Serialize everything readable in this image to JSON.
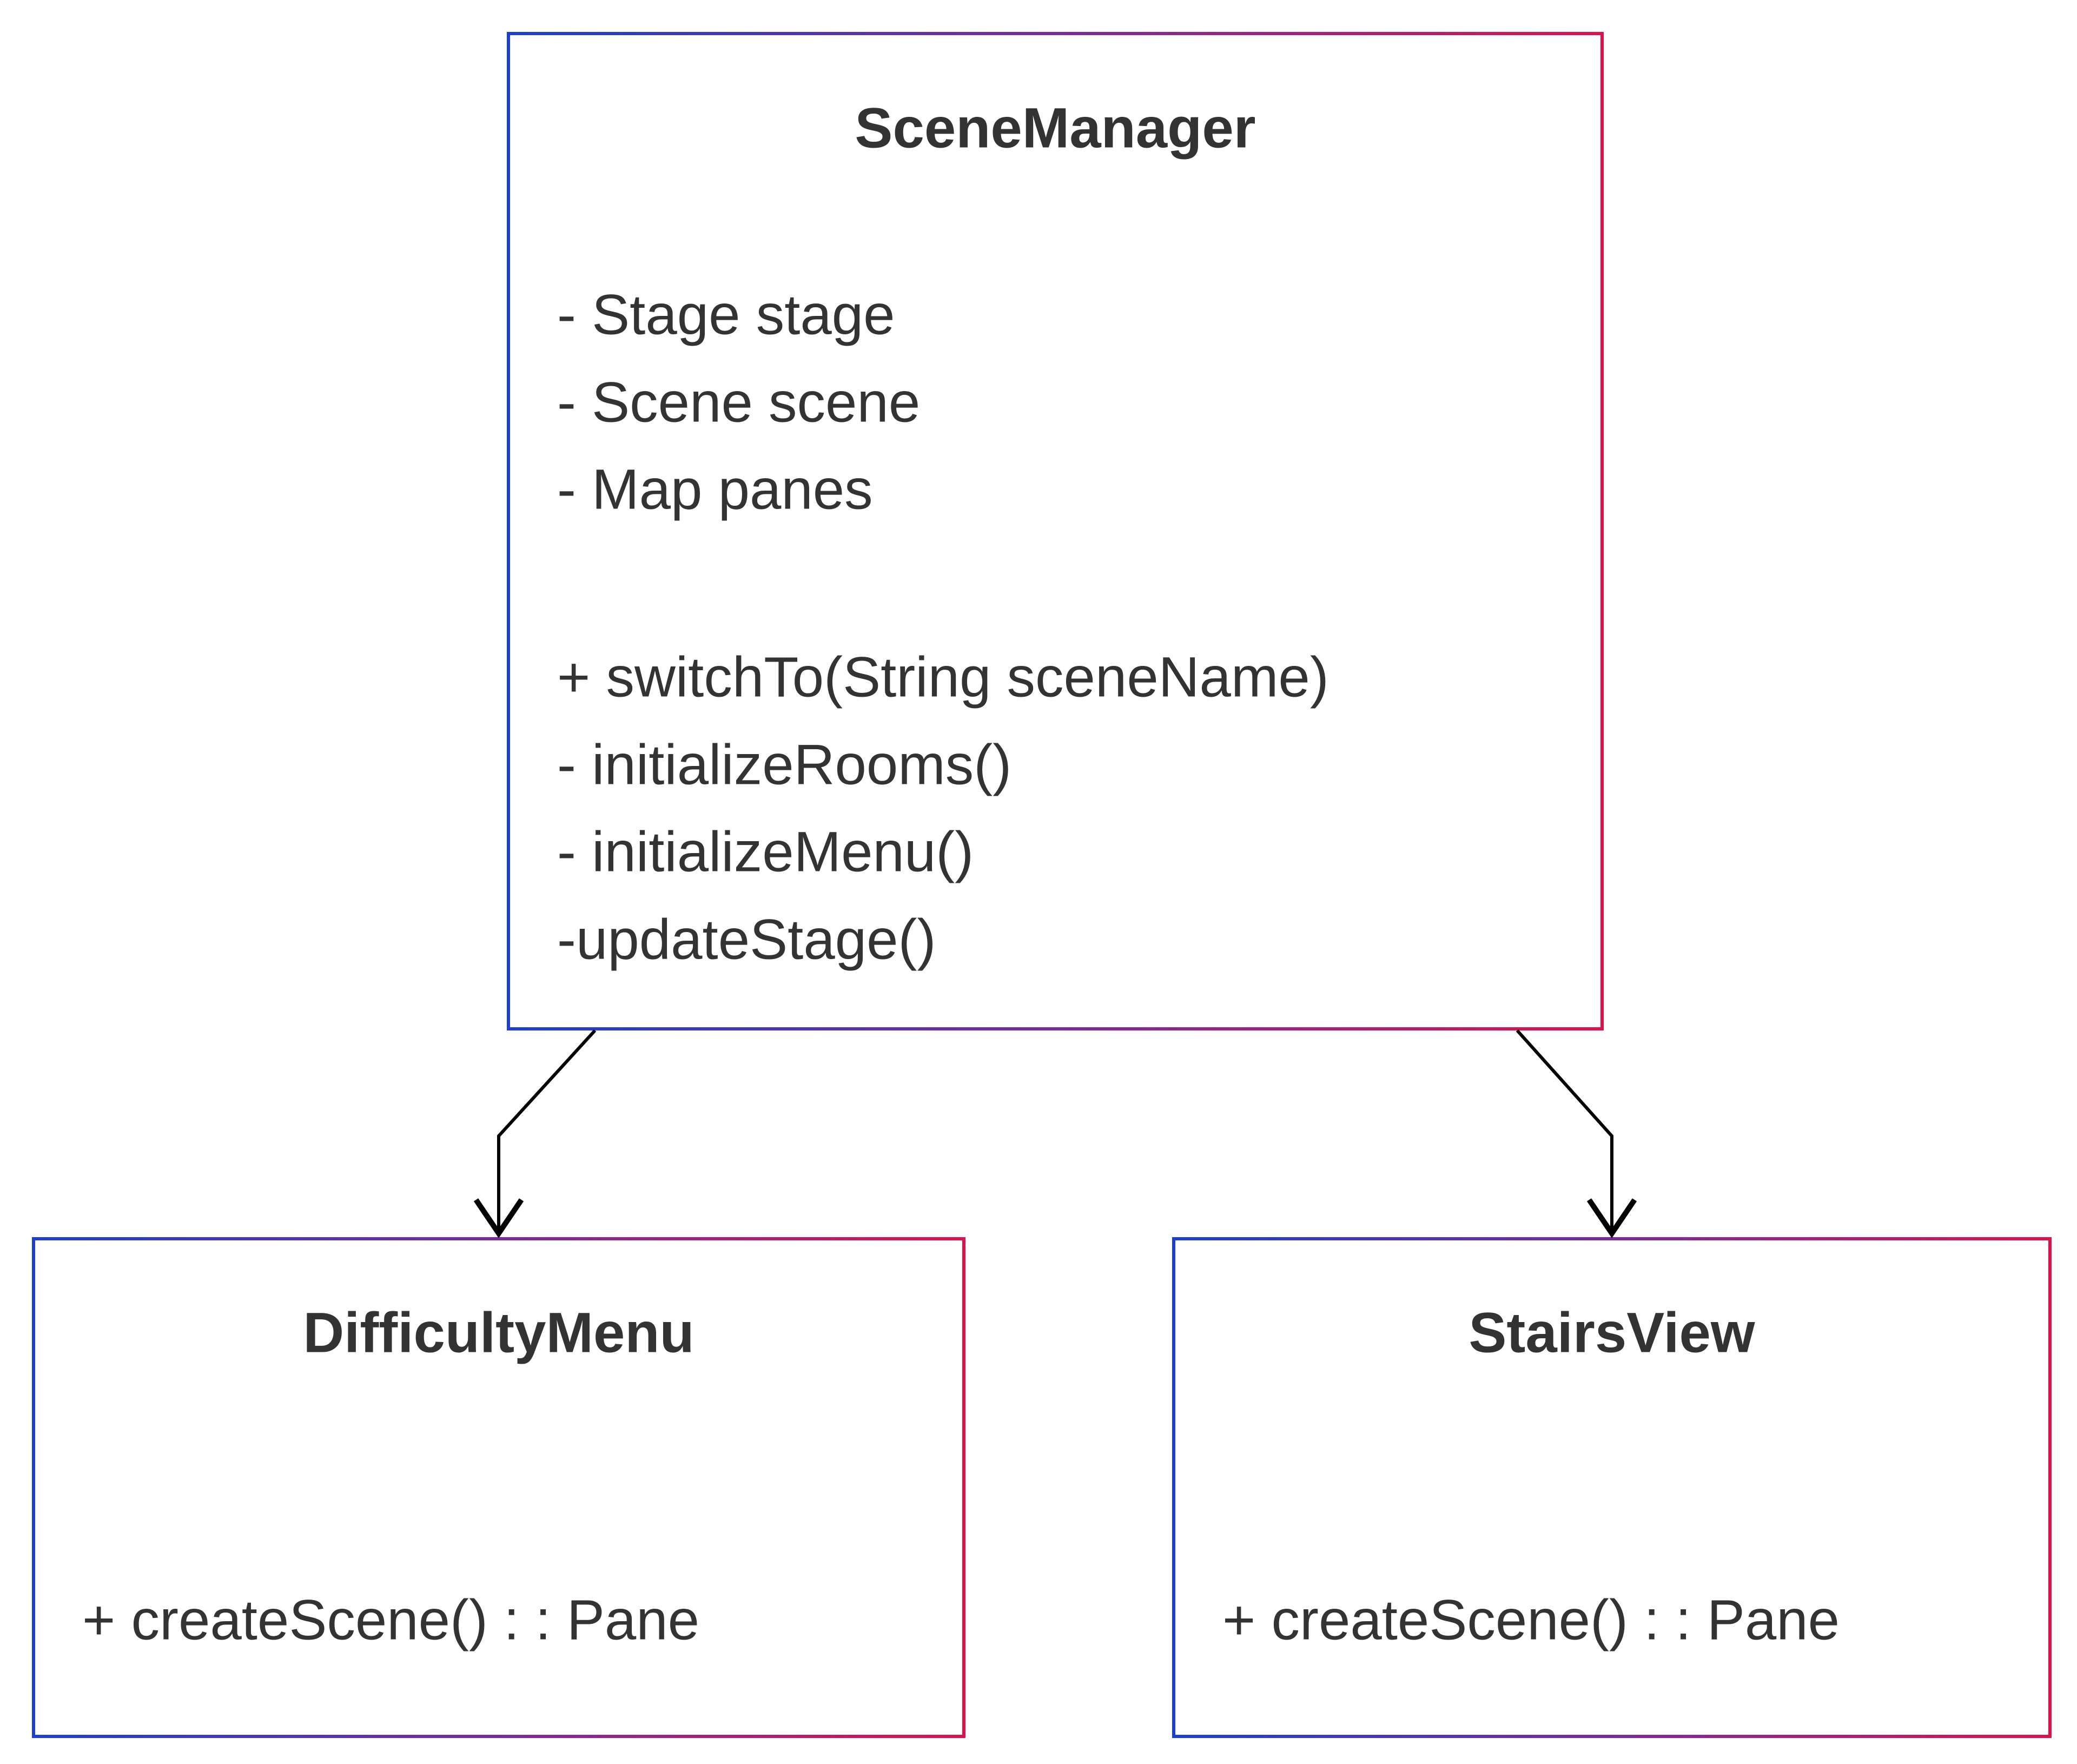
{
  "colors": {
    "border_gradient_start": "#1a3fd6",
    "border_gradient_mid": "#7a2aa0",
    "border_gradient_end": "#e0104a",
    "text": "#333333",
    "edge": "#000000",
    "background": "#ffffff"
  },
  "classes": {
    "scene_manager": {
      "name": "SceneManager",
      "attributes": [
        "- Stage stage",
        "- Scene scene",
        "- Map panes"
      ],
      "methods": [
        "+ switchTo(String sceneName)",
        "- initializeRooms()",
        "- initializeMenu()",
        "-updateStage()"
      ]
    },
    "difficulty_menu": {
      "name": "DifficultyMenu",
      "attributes": [],
      "methods": [
        "+ createScene() : : Pane"
      ]
    },
    "stairs_view": {
      "name": "StairsView",
      "attributes": [],
      "methods": [
        "+ createScene() : : Pane"
      ]
    }
  },
  "relationships": [
    {
      "from": "SceneManager",
      "to": "DifficultyMenu",
      "type": "association"
    },
    {
      "from": "SceneManager",
      "to": "StairsView",
      "type": "association"
    }
  ]
}
